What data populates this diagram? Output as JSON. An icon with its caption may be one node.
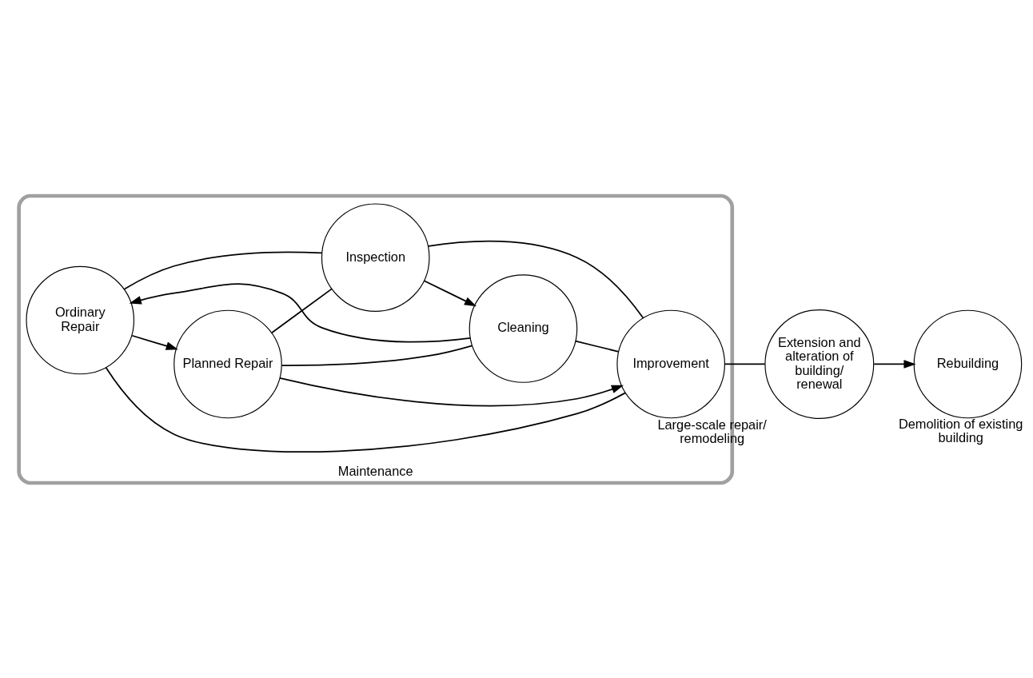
{
  "diagram": {
    "nodes": [
      {
        "text": [
          "Maintenance"
        ]
      },
      {
        "text": [
          "Ordinary Repair"
        ],
        "in": 0
      },
      {
        "text": [
          "Planned Repair"
        ],
        "in": 0
      },
      {
        "text": [
          "Cleaning"
        ],
        "in": 0
      },
      {
        "text": [
          "Improvement"
        ],
        "in": 0
      },
      {
        "text": [
          "Inspection"
        ],
        "in": 0
      },
      {
        "text": [
          "Extension and alteration of building/ renewal"
        ],
        "beside": [
          "Large-scale repair/ remodeling"
        ]
      },
      {
        "text": [
          "Rebuilding"
        ],
        "beside": [
          "Demolition of existing building"
        ]
      }
    ],
    "edges": [
      {
        "from": 3,
        "to": 1,
        "arrow": "to"
      },
      {
        "from": 1,
        "to": 2,
        "arrow": "to"
      },
      {
        "from": 2,
        "to": 4,
        "arrow": "to"
      },
      {
        "from": 5,
        "to": 3,
        "arrow": "to"
      },
      {
        "from": 1,
        "to": 5,
        "arrow": "none"
      },
      {
        "from": 1,
        "to": 4,
        "arrow": "none"
      },
      {
        "from": 2,
        "to": 3,
        "arrow": "none"
      },
      {
        "from": 2,
        "to": 5,
        "arrow": "none"
      },
      {
        "from": 5,
        "to": 4,
        "arrow": "none"
      },
      {
        "from": 3,
        "to": 4,
        "arrow": "none"
      },
      {
        "from": 4,
        "to": 6,
        "arrow": "none"
      },
      {
        "from": 6,
        "to": 7,
        "arrow": "to"
      }
    ]
  }
}
